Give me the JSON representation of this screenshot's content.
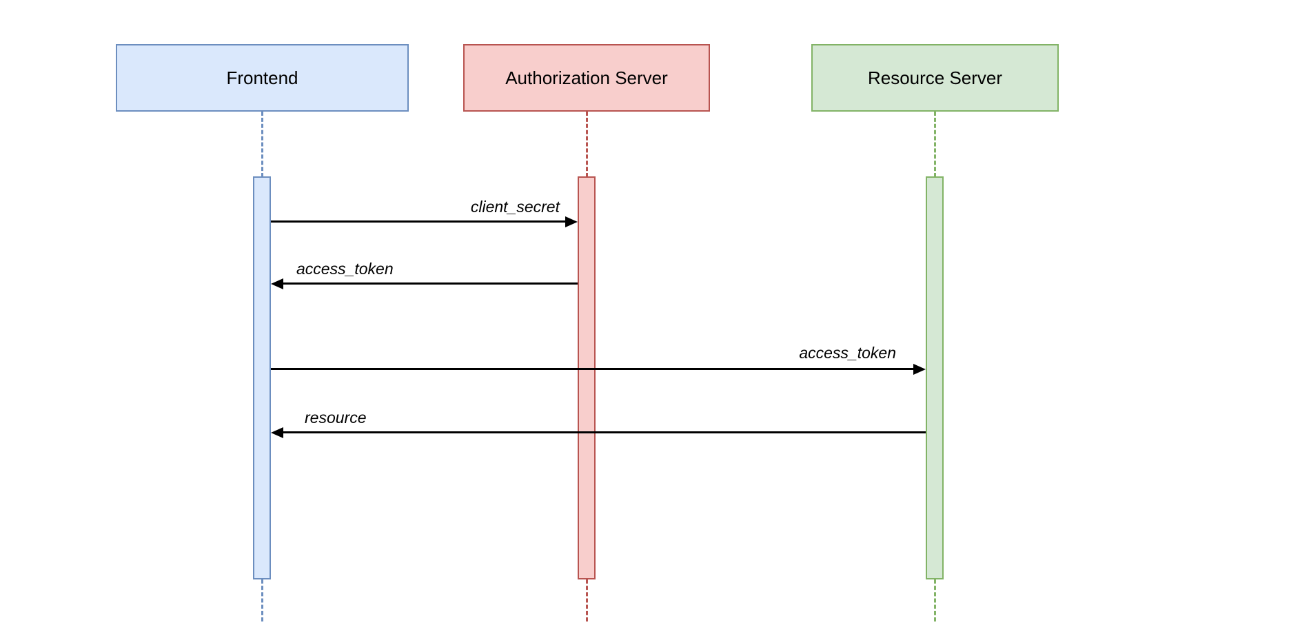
{
  "diagram_type": "sequence",
  "actors": [
    {
      "name": "Frontend",
      "fill": "#dae8fc",
      "stroke": "#6c8ebf"
    },
    {
      "name": "Authorization Server",
      "fill": "#f8cecc",
      "stroke": "#b85450"
    },
    {
      "name": "Resource Server",
      "fill": "#d5e8d4",
      "stroke": "#82b366"
    }
  ],
  "messages": [
    {
      "label": "client_secret",
      "from": "Frontend",
      "to": "Authorization Server",
      "direction": "right"
    },
    {
      "label": "access_token",
      "from": "Authorization Server",
      "to": "Frontend",
      "direction": "left"
    },
    {
      "label": "access_token",
      "from": "Frontend",
      "to": "Resource Server",
      "direction": "right"
    },
    {
      "label": "resource",
      "from": "Resource Server",
      "to": "Frontend",
      "direction": "left"
    }
  ],
  "colors": {
    "background": "#ffffff",
    "message_line": "#000000",
    "label_text": "#000000",
    "actor_text": "#000000"
  }
}
